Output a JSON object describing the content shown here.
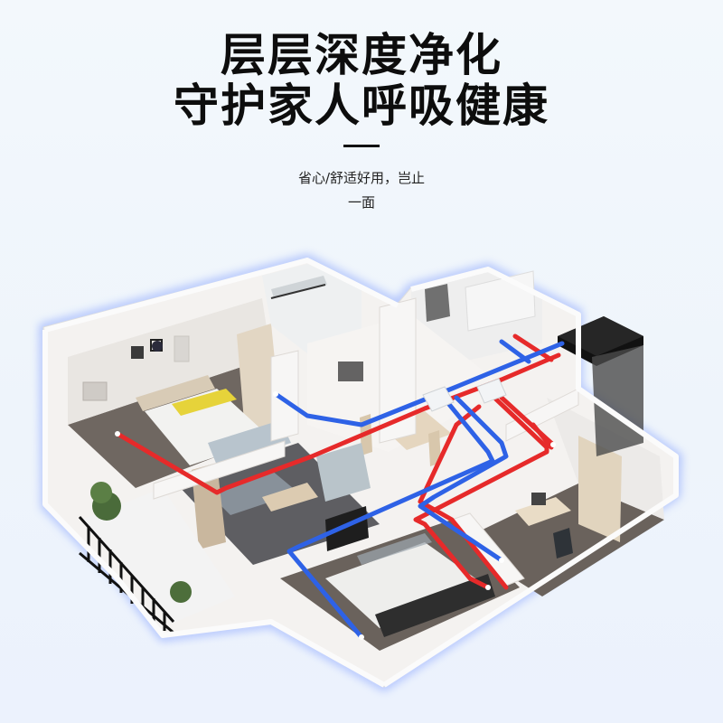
{
  "header": {
    "title_line1": "层层深度净化",
    "title_line2": "守护家人呼吸健康"
  },
  "subtitle": {
    "line1": "省心/舒适好用，岂止",
    "line2": "一面"
  },
  "illustration": {
    "subject": "isometric-apartment-floorplan",
    "device": "fresh-air-ventilation-unit",
    "colors": {
      "supply_duct": "#e62a2a",
      "return_duct": "#2e62e6",
      "wall": "#f2f0ee",
      "floor": "#6a625c",
      "device": "#151515",
      "glow": "#6b8cff"
    }
  }
}
